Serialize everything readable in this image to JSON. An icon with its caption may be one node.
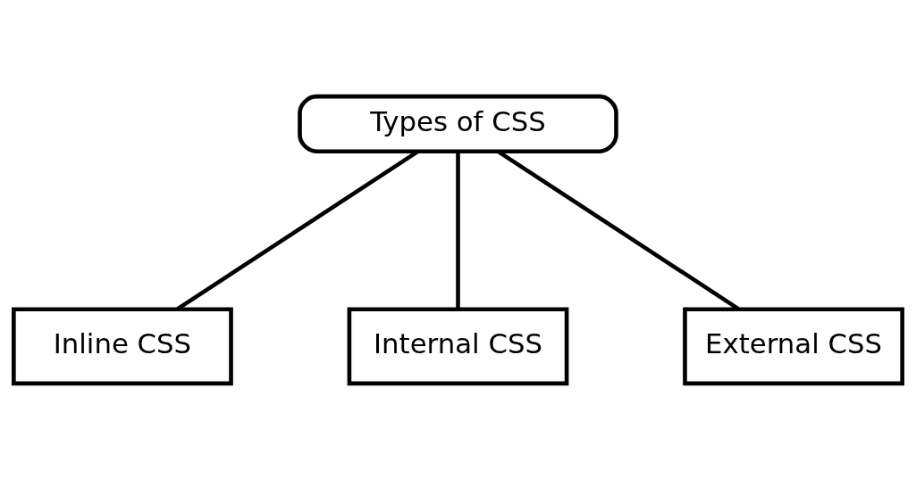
{
  "diagram": {
    "nodes": [
      {
        "text": [
          "Types of CSS"
        ]
      },
      {
        "text": [
          "Inline CSS"
        ]
      },
      {
        "text": [
          "Internal CSS"
        ]
      },
      {
        "text": [
          "External CSS"
        ]
      }
    ],
    "edges": [
      {
        "from": 0,
        "to": 1,
        "arrow": "none"
      },
      {
        "from": 0,
        "to": 2,
        "arrow": "none"
      },
      {
        "from": 0,
        "to": 3,
        "arrow": "none"
      }
    ]
  }
}
